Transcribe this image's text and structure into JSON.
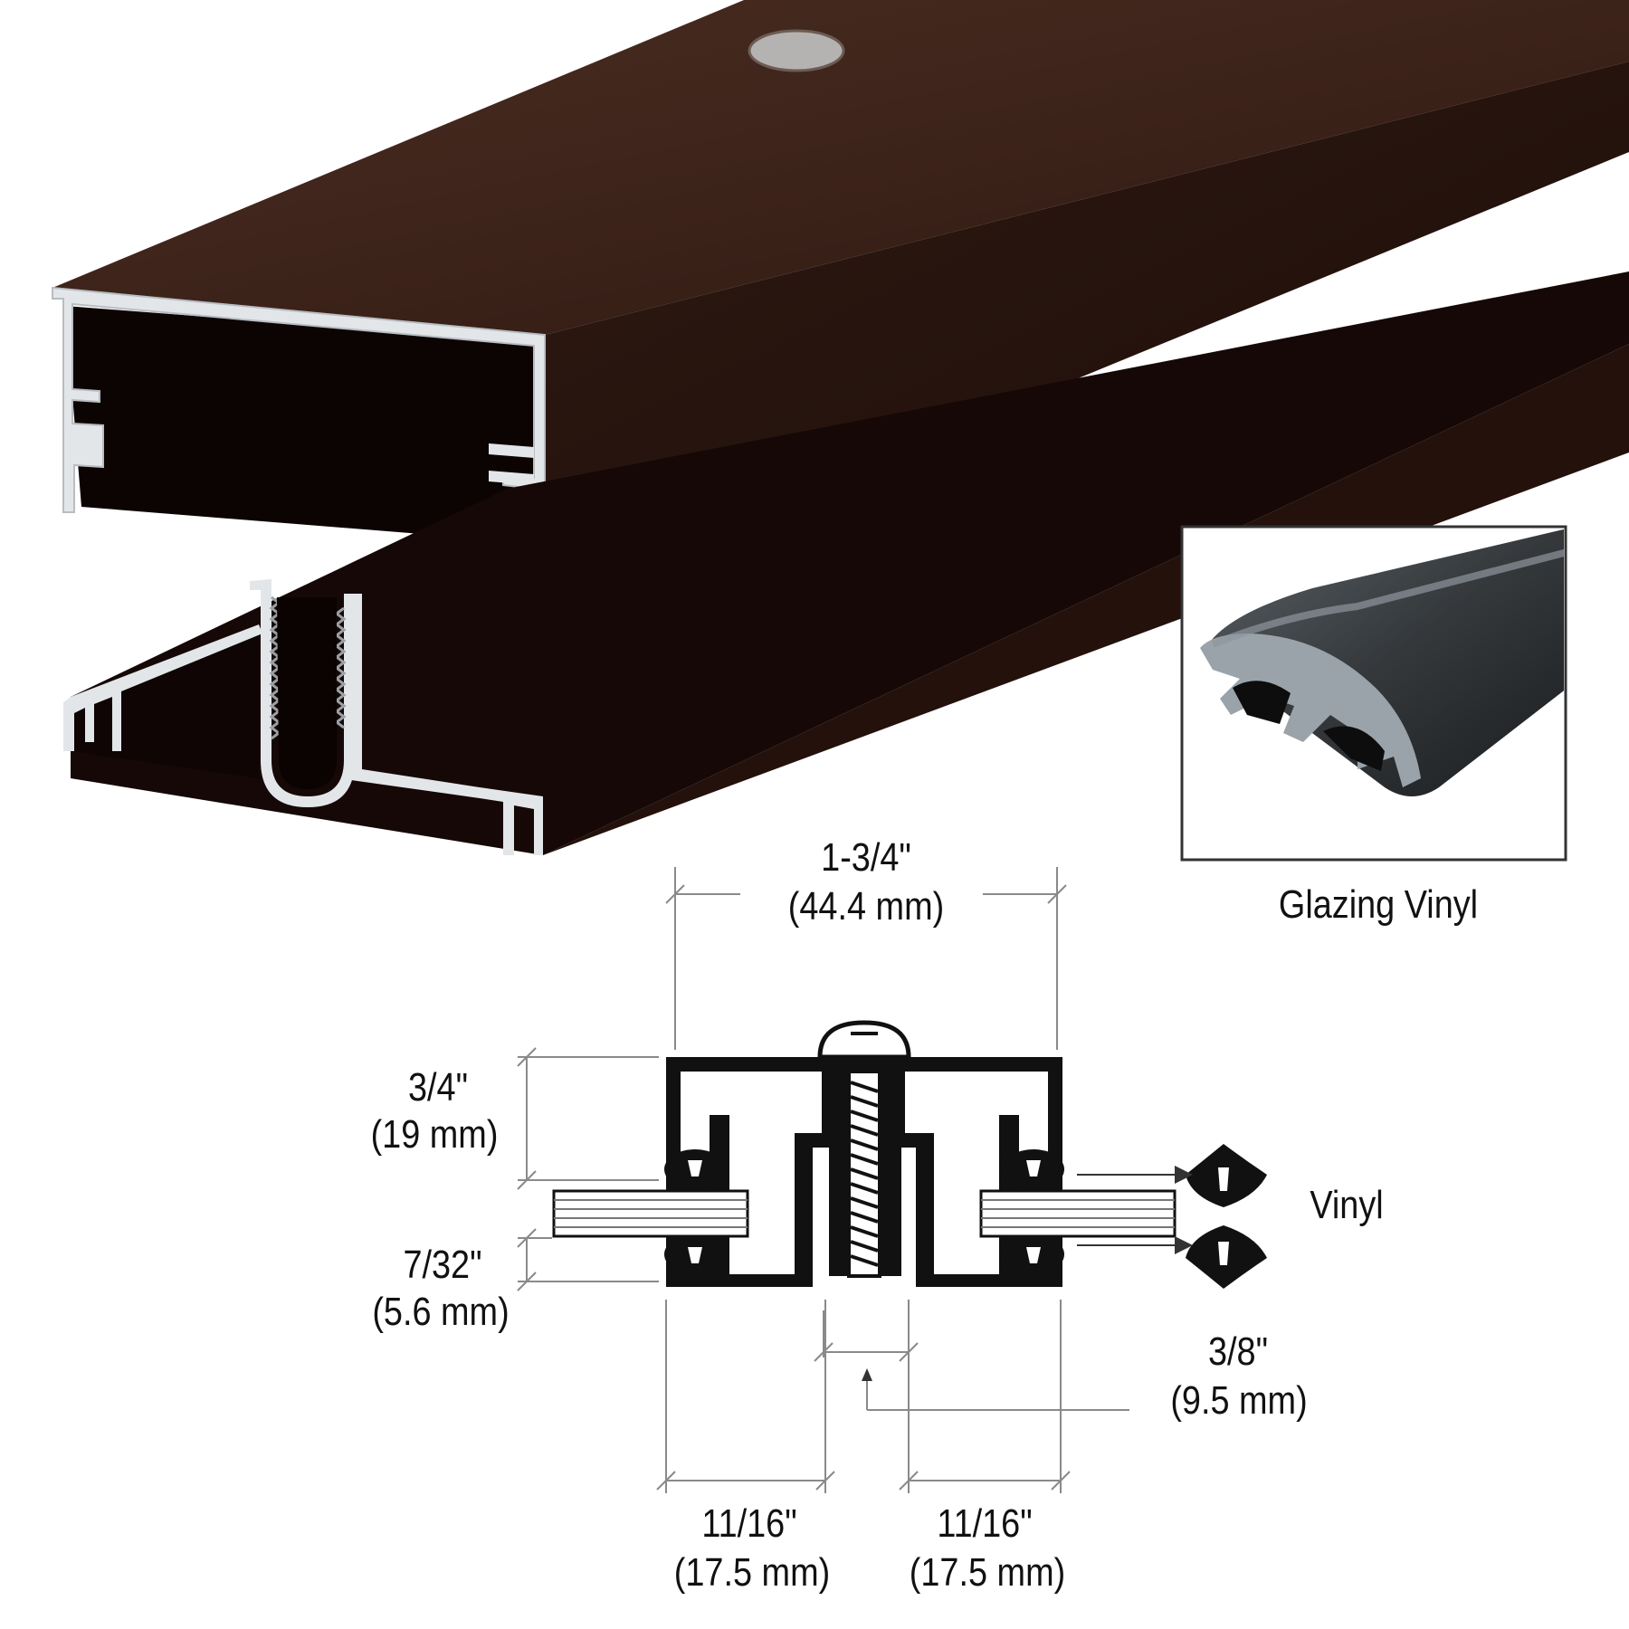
{
  "colors": {
    "profile_finish": "#3a2219",
    "profile_shadow": "#120705",
    "cut_edge": "#e3e6e9",
    "vinyl": "#2e3133",
    "vinyl_highlight": "#8e969c",
    "ink": "#111111",
    "dimension_line": "#8a8a8a"
  },
  "inset": {
    "caption": "Glazing Vinyl"
  },
  "dimensions": {
    "overall_width": {
      "fraction": "1-3/4\"",
      "metric": "(44.4 mm)"
    },
    "cap_height": {
      "fraction": "3/4\"",
      "metric": "(19 mm)"
    },
    "glass_thickness": {
      "fraction": "7/32\"",
      "metric": "(5.6 mm)"
    },
    "screw_gap": {
      "fraction": "3/8\"",
      "metric": "(9.5 mm)"
    },
    "left_pocket": {
      "fraction": "11/16\"",
      "metric": "(17.5 mm)"
    },
    "right_pocket": {
      "fraction": "11/16\"",
      "metric": "(17.5 mm)"
    }
  },
  "callouts": {
    "vinyl": "Vinyl"
  }
}
